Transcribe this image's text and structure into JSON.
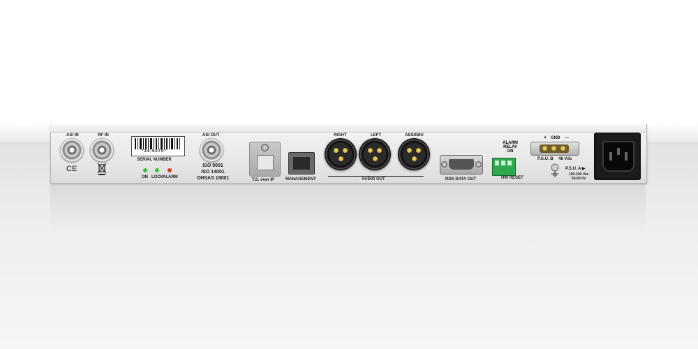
{
  "panel": {
    "asi_in_label": "ASI IN",
    "rf_in_label": "RF IN",
    "ce_mark": "CE",
    "serial_barcode": "*34-5070*",
    "serial_label": "SERIAL NUMBER",
    "led_on_label": "ON",
    "led_lock_label": "LOCK",
    "led_alarm_label": "ALARM",
    "asi_out_label": "ASI OUT",
    "cert_line1": "ISO 9001",
    "cert_line2": "ISO 14001",
    "cert_line3": "OHSAS 18001",
    "ts_label": "T.S. over IP",
    "management_label": "MANAGEMENT",
    "right_label": "RIGHT",
    "left_label": "LEFT",
    "aes_label": "AES/EBU",
    "audio_out_label": "AUDIO OUT",
    "rds_label": "RDS DATA OUT",
    "alarm_relay_line1": "ALARM",
    "alarm_relay_line2": "RELAY",
    "alarm_relay_line3": "ON",
    "hw_reset_label": "HW RESET",
    "psu_plus": "+",
    "psu_gnd": "GND",
    "psu_minus": "—",
    "psu_b_label": "P.S.U. B",
    "psu_b_voltage": "48 Vdc",
    "psu_a_label": "P.S.U. A ▶",
    "psu_a_spec1": "100-240 Vac",
    "psu_a_spec2": "50-60 Hz"
  },
  "colors": {
    "led_on": "#3fbf3f",
    "led_lock": "#3fbf3f",
    "led_alarm": "#d23a2a",
    "terminal_block": "#2fa84f"
  }
}
